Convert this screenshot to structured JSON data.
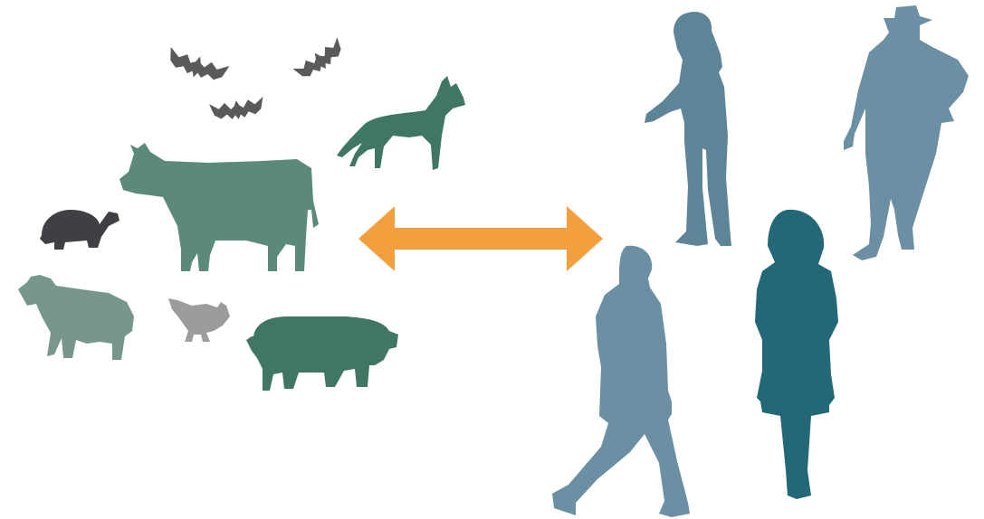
{
  "diagram": {
    "animals": [
      {
        "id": "bat-1",
        "icon": "bat-icon",
        "color": "#5a5a5c"
      },
      {
        "id": "bat-2",
        "icon": "bat-icon",
        "color": "#5a5a5c"
      },
      {
        "id": "bat-3",
        "icon": "bat-icon",
        "color": "#5a5a5c"
      },
      {
        "id": "dog",
        "icon": "dog-icon",
        "color": "#3f7762"
      },
      {
        "id": "cow",
        "icon": "cow-icon",
        "color": "#5c8a78"
      },
      {
        "id": "tortoise",
        "icon": "tortoise-icon",
        "color": "#3f4043"
      },
      {
        "id": "goat",
        "icon": "goat-icon",
        "color": "#76978a"
      },
      {
        "id": "chicken",
        "icon": "chicken-icon",
        "color": "#9c9c9c"
      },
      {
        "id": "pig",
        "icon": "pig-icon",
        "color": "#3f7762"
      }
    ],
    "connector": {
      "icon": "double-headed-arrow-icon",
      "color": "#f2a03d"
    },
    "people": [
      {
        "id": "girl",
        "icon": "person-girl-icon",
        "color": "#5e8597"
      },
      {
        "id": "man-hat",
        "icon": "person-man-hat-icon",
        "color": "#6b8fa3"
      },
      {
        "id": "man-walking",
        "icon": "person-man-walking-icon",
        "color": "#6b8fa3"
      },
      {
        "id": "woman",
        "icon": "person-woman-icon",
        "color": "#236879"
      }
    ]
  }
}
